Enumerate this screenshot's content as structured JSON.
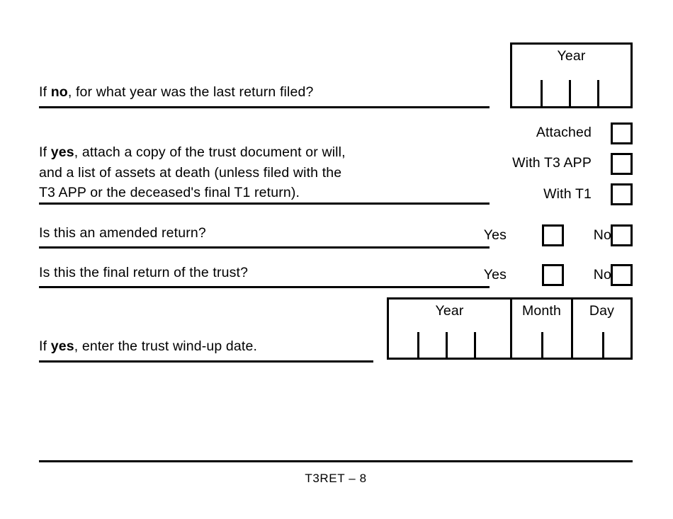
{
  "document": {
    "form_id": "T3RET – 8"
  },
  "questions": [
    {
      "id": "last-return-year",
      "text_prefix": "If ",
      "text_bold": "no",
      "text_suffix": ", for what year was the last return filed?",
      "full_text": "If no, for what year was the last return filed?"
    },
    {
      "id": "attach-trust-document",
      "line1_prefix": "If ",
      "line1_bold": "yes",
      "line1_suffix": ", attach a copy of the trust document or will,",
      "line2": "and a list of assets at death (unless filed with the",
      "line3": "T3 APP or the deceased's final T1 return).",
      "full_text": "If yes, attach a copy of the trust document or will, and a list of assets at death (unless filed with the T3 APP or the deceased's final T1 return)."
    },
    {
      "id": "amended-return",
      "full_text": "Is this an amended return?"
    },
    {
      "id": "final-return",
      "full_text": "Is this the final return of the trust?"
    },
    {
      "id": "wind-up-date",
      "text_prefix": "If ",
      "text_bold": "yes",
      "text_suffix": ", enter the trust wind-up date.",
      "full_text": "If yes, enter the trust wind-up date."
    }
  ],
  "year_box": {
    "label": "Year",
    "cells": 4
  },
  "attachment_options": [
    {
      "label": "Attached",
      "checked": false
    },
    {
      "label": "With T3 APP",
      "checked": false
    },
    {
      "label": "With T1",
      "checked": false
    }
  ],
  "yes_no_rows": [
    {
      "for": "amended-return",
      "yes_label": "Yes",
      "no_label": "No",
      "yes_checked": false,
      "no_checked": false
    },
    {
      "for": "final-return",
      "yes_label": "Yes",
      "no_label": "No",
      "yes_checked": false,
      "no_checked": false
    }
  ],
  "date_box": {
    "segments": [
      {
        "label": "Year",
        "cells": 4
      },
      {
        "label": "Month",
        "cells": 2
      },
      {
        "label": "Day",
        "cells": 2
      }
    ]
  },
  "colors": {
    "ink": "#000000",
    "paper": "#ffffff"
  }
}
